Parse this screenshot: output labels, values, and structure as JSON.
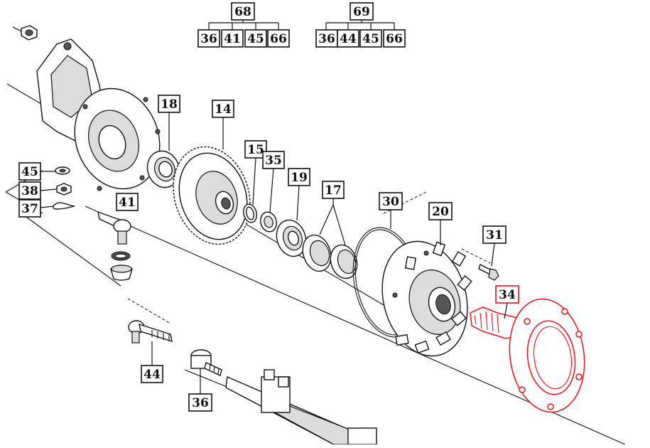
{
  "highlight_color": "#e8121b",
  "group_labels": {
    "g68": {
      "parent": "68",
      "children": [
        "36",
        "41",
        "45",
        "66"
      ]
    },
    "g69": {
      "parent": "69",
      "children": [
        "36",
        "44",
        "45",
        "66"
      ]
    }
  },
  "callouts": {
    "c18": "18",
    "c14": "14",
    "c15": "15",
    "c35": "35",
    "c19": "19",
    "c17": "17",
    "c30": "30",
    "c20": "20",
    "c31": "31",
    "c34": "34",
    "c45": "45",
    "c38": "38",
    "c37": "37",
    "c41": "41",
    "c44": "44",
    "c36": "36"
  },
  "selected_part": "34"
}
